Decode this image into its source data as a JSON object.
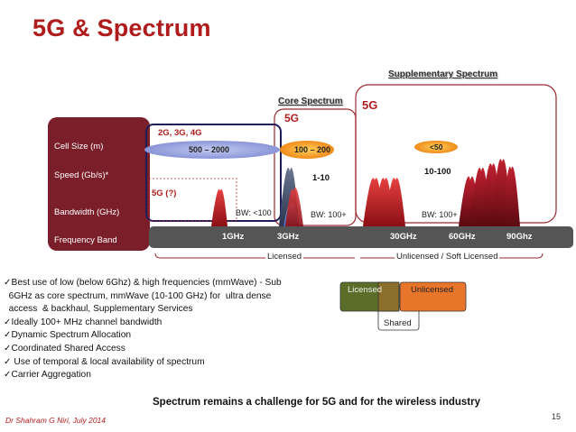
{
  "title": "5G & Spectrum",
  "labels": {
    "supplementary_spectrum": "Supplementary Spectrum",
    "core_spectrum": "Core Spectrum",
    "core_5g": "5G",
    "supp_5g": "5G",
    "legacy": "2G, 3G, 4G",
    "five_g_q": "5G (?)"
  },
  "row_labels": [
    "Cell Size (m)",
    "Speed (Gb/s)*",
    "Bandwidth (GHz)",
    "Frequency Band"
  ],
  "frequency_ticks": [
    "1GHz",
    "3GHz",
    "30GHz",
    "60GHz",
    "90Ghz"
  ],
  "cell_sizes": {
    "low": "500 – 2000",
    "core": "100 – 200",
    "high": "<50"
  },
  "speeds": {
    "core": "1-10",
    "high": "10-100"
  },
  "bandwidths": {
    "low": "BW: <100",
    "core": "BW: 100+",
    "high": "BW: 100+"
  },
  "licensing": {
    "licensed": "Licensed",
    "unlicensed_soft": "Unlicensed / Soft Licensed"
  },
  "venn": {
    "licensed": "Licensed",
    "unlicensed": "Unlicensed",
    "shared": "Shared"
  },
  "bullets": [
    "✓Best use of low (below  6Ghz) & high frequencies (mmWave) - Sub",
    "  6GHz as core spectrum, mmWave (10-100 GHz) for  ultra dense",
    "  access  & backhaul, Supplementary Services",
    "✓Ideally 100+ MHz  channel bandwidth",
    "✓Dynamic Spectrum Allocation",
    "✓Coordinated Shared Access",
    "✓ Use of temporal & local availability of spectrum",
    "✓Carrier Aggregation"
  ],
  "footer_note": "Spectrum remains a challenge for 5G and for the wireless industry",
  "author": "Dr Shahram G Niri, July 2014",
  "page_number": "15",
  "colors": {
    "accent_red": "#b01c1c",
    "panel_maroon": "#7a1e2a",
    "band_gray": "#555555",
    "legacy_blue": "#1e1e5a",
    "licensed_green": "#5a6e2a",
    "unlicensed_orange": "#e8762a"
  }
}
